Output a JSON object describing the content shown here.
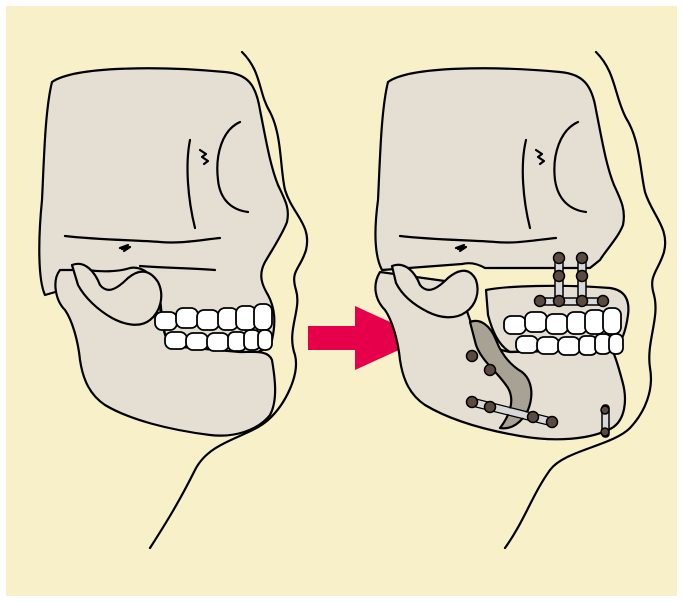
{
  "figure": {
    "panels": [
      {
        "id": "before",
        "description_visible": false
      },
      {
        "id": "after",
        "description_visible": false
      }
    ],
    "arrow_direction": "right"
  },
  "colors": {
    "background_panel": "#F7F0C8",
    "page": "#FFFFFF",
    "bone": "#E4DFD2",
    "outline": "#000000",
    "teeth": "#FFFFFF",
    "arrow": "#E6004C",
    "screw": "#5A4A40",
    "plate": "#D8D8D8",
    "graft_gap": "#A8A294"
  }
}
